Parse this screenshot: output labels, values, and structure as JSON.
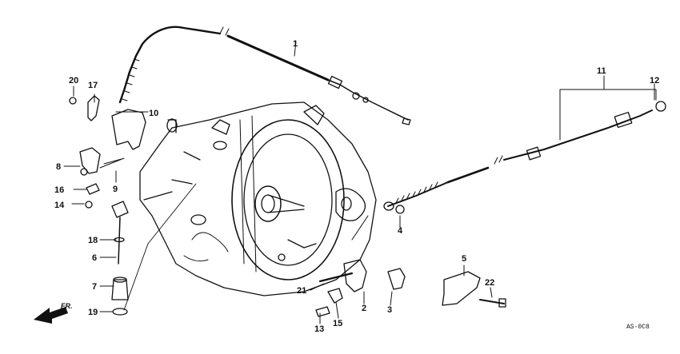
{
  "diagram": {
    "callouts": [
      {
        "id": "c1",
        "text": "1"
      },
      {
        "id": "c2",
        "text": "2"
      },
      {
        "id": "c3",
        "text": "3"
      },
      {
        "id": "c4",
        "text": "4"
      },
      {
        "id": "c5",
        "text": "5"
      },
      {
        "id": "c6",
        "text": "6"
      },
      {
        "id": "c7",
        "text": "7"
      },
      {
        "id": "c8",
        "text": "8"
      },
      {
        "id": "c9",
        "text": "9"
      },
      {
        "id": "c10",
        "text": "10"
      },
      {
        "id": "c11",
        "text": "11"
      },
      {
        "id": "c12",
        "text": "12"
      },
      {
        "id": "c13",
        "text": "13"
      },
      {
        "id": "c14",
        "text": "14"
      },
      {
        "id": "c15",
        "text": "15"
      },
      {
        "id": "c16",
        "text": "16"
      },
      {
        "id": "c17",
        "text": "17"
      },
      {
        "id": "c18",
        "text": "18"
      },
      {
        "id": "c19",
        "text": "19"
      },
      {
        "id": "c20",
        "text": "20"
      },
      {
        "id": "c21",
        "text": "21"
      },
      {
        "id": "c22",
        "text": "22"
      }
    ],
    "front_arrow": "FR.",
    "code": "AS-0C8"
  }
}
